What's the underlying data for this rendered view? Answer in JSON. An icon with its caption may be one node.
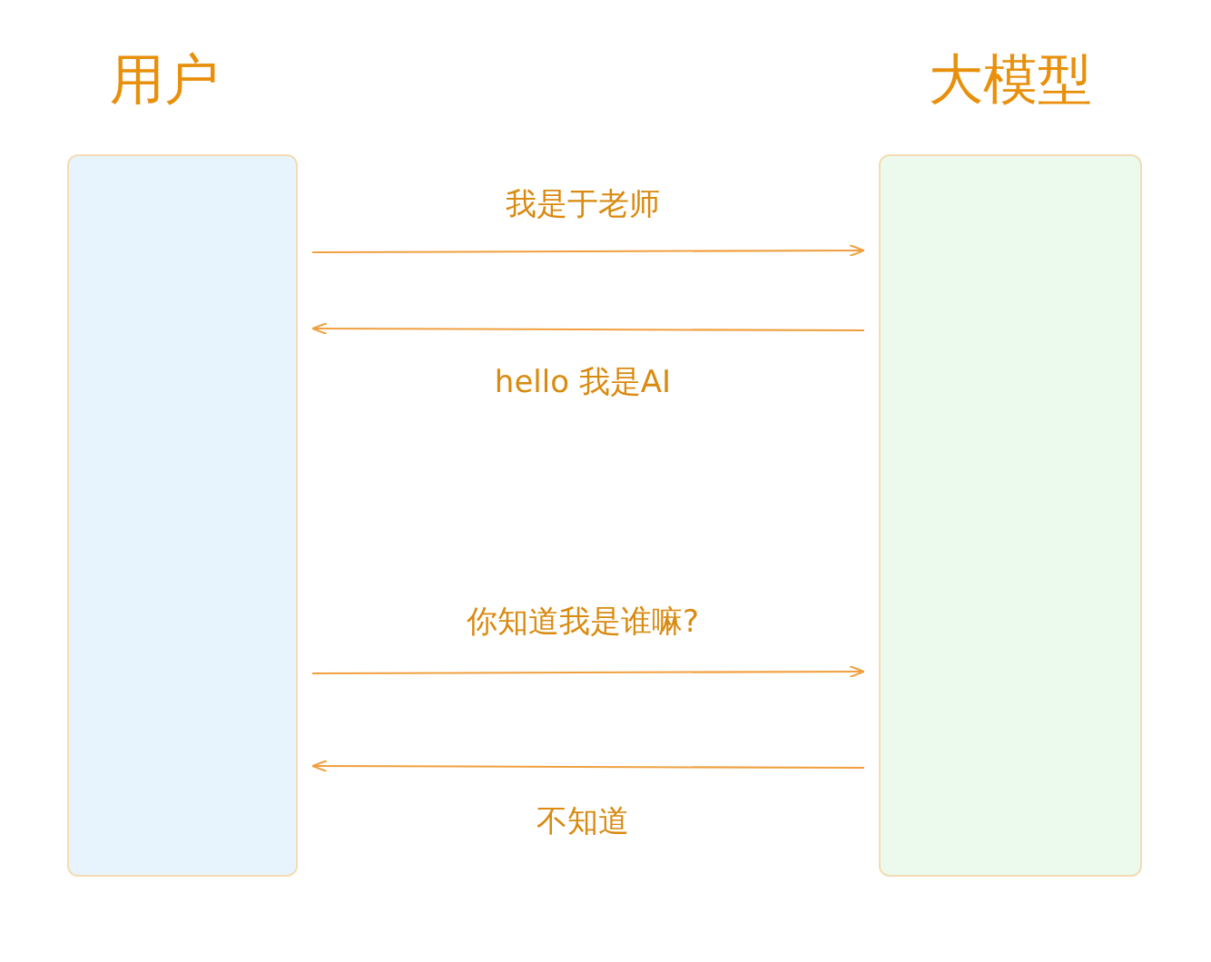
{
  "diagram": {
    "nodes": [
      {
        "text": [
          "用户"
        ]
      },
      {
        "text": [
          "大模型"
        ]
      }
    ],
    "edges": [
      {
        "from": 0,
        "to": 1,
        "arrow": "to",
        "label": "我是于老师"
      },
      {
        "from": 1,
        "to": 0,
        "arrow": "to",
        "label": "hello 我是AI"
      },
      {
        "from": 0,
        "to": 1,
        "arrow": "to",
        "label": "你知道我是谁嘛?"
      },
      {
        "from": 1,
        "to": 0,
        "arrow": "to",
        "label": "不知道"
      }
    ]
  }
}
